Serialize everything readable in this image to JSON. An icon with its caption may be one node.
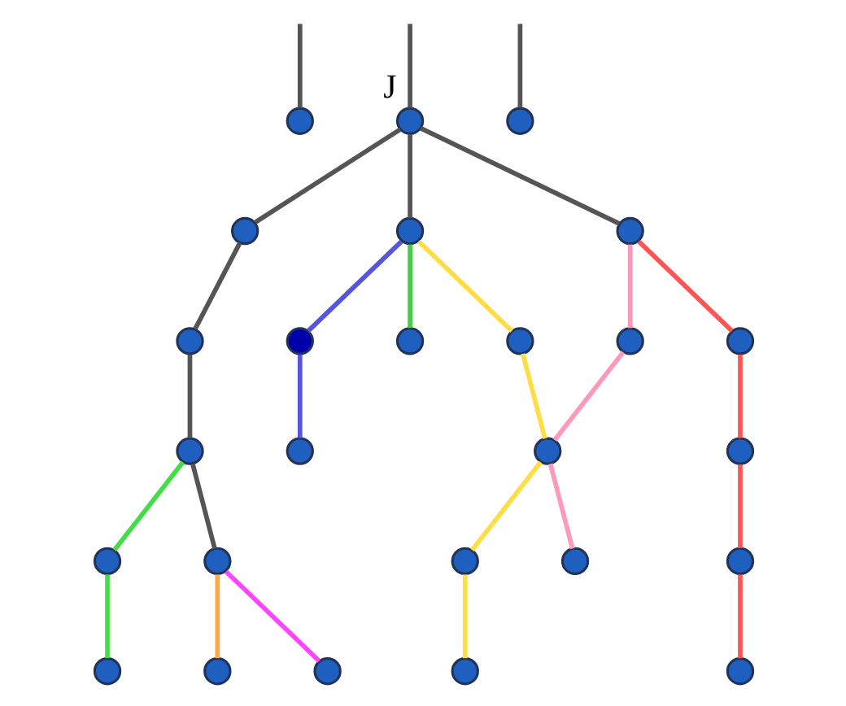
{
  "diagram": {
    "nodes": [
      {
        "text": [],
        "shape": "circle"
      },
      {
        "text": [],
        "shape": "circle",
        "beside": [
          "J"
        ]
      },
      {
        "text": [],
        "shape": "circle"
      },
      {
        "text": [],
        "shape": "circle"
      },
      {
        "text": [],
        "shape": "circle"
      },
      {
        "text": [],
        "shape": "circle"
      },
      {
        "text": [],
        "shape": "circle"
      },
      {
        "text": [],
        "shape": "circle"
      },
      {
        "text": [],
        "shape": "circle"
      },
      {
        "text": [],
        "shape": "circle"
      },
      {
        "text": [],
        "shape": "circle"
      },
      {
        "text": [],
        "shape": "circle"
      },
      {
        "text": [],
        "shape": "circle"
      },
      {
        "text": [],
        "shape": "circle"
      },
      {
        "text": [],
        "shape": "circle"
      },
      {
        "text": [],
        "shape": "circle"
      },
      {
        "text": [],
        "shape": "circle"
      },
      {
        "text": [],
        "shape": "circle"
      },
      {
        "text": [],
        "shape": "circle"
      },
      {
        "text": [],
        "shape": "circle"
      },
      {
        "text": [],
        "shape": "circle"
      },
      {
        "text": [],
        "shape": "circle"
      },
      {
        "text": [],
        "shape": "circle"
      },
      {
        "text": [],
        "shape": "circle"
      },
      {
        "text": [],
        "shape": "circle"
      },
      {
        "text": [],
        "shape": "circle"
      }
    ],
    "edges": [
      {
        "from": null,
        "to": 0,
        "arrow": "none"
      },
      {
        "from": null,
        "to": 1,
        "arrow": "none"
      },
      {
        "from": null,
        "to": 2,
        "arrow": "none"
      },
      {
        "from": 1,
        "to": 3,
        "arrow": "none"
      },
      {
        "from": 1,
        "to": 4,
        "arrow": "none"
      },
      {
        "from": 1,
        "to": 5,
        "arrow": "none"
      },
      {
        "from": 3,
        "to": 6,
        "arrow": "none"
      },
      {
        "from": 4,
        "to": 7,
        "arrow": "none",
        "color": "#5555dd"
      },
      {
        "from": 4,
        "to": 8,
        "arrow": "none",
        "color": "#44cc44"
      },
      {
        "from": 4,
        "to": 9,
        "arrow": "none",
        "color": "#ffdd44"
      },
      {
        "from": 5,
        "to": 10,
        "arrow": "none",
        "color": "#ff99bb"
      },
      {
        "from": 5,
        "to": 11,
        "arrow": "none",
        "color": "#ff5555"
      },
      {
        "from": 6,
        "to": 12,
        "arrow": "none"
      },
      {
        "from": 7,
        "to": 13,
        "arrow": "none",
        "color": "#5555dd"
      },
      {
        "from": 9,
        "to": 14,
        "arrow": "none",
        "color": "#ffdd44"
      },
      {
        "from": 10,
        "to": 14,
        "arrow": "none",
        "color": "#ff99bb"
      },
      {
        "from": 11,
        "to": 15,
        "arrow": "none",
        "color": "#ff5555"
      },
      {
        "from": 12,
        "to": 16,
        "arrow": "none",
        "color": "#44dd44"
      },
      {
        "from": 12,
        "to": 17,
        "arrow": "none"
      },
      {
        "from": 14,
        "to": 18,
        "arrow": "none",
        "color": "#ffdd44"
      },
      {
        "from": 14,
        "to": 19,
        "arrow": "none",
        "color": "#ff99bb"
      },
      {
        "from": 15,
        "to": 20,
        "arrow": "none",
        "color": "#ff5555"
      },
      {
        "from": 16,
        "to": 21,
        "arrow": "none",
        "color": "#44dd44"
      },
      {
        "from": 17,
        "to": 22,
        "arrow": "none",
        "color": "#ffaa44"
      },
      {
        "from": 17,
        "to": 23,
        "arrow": "none",
        "color": "#ff44ff"
      },
      {
        "from": 18,
        "to": 24,
        "arrow": "none",
        "color": "#ffdd44"
      },
      {
        "from": 20,
        "to": 25,
        "arrow": "none",
        "color": "#ff5555"
      }
    ]
  }
}
